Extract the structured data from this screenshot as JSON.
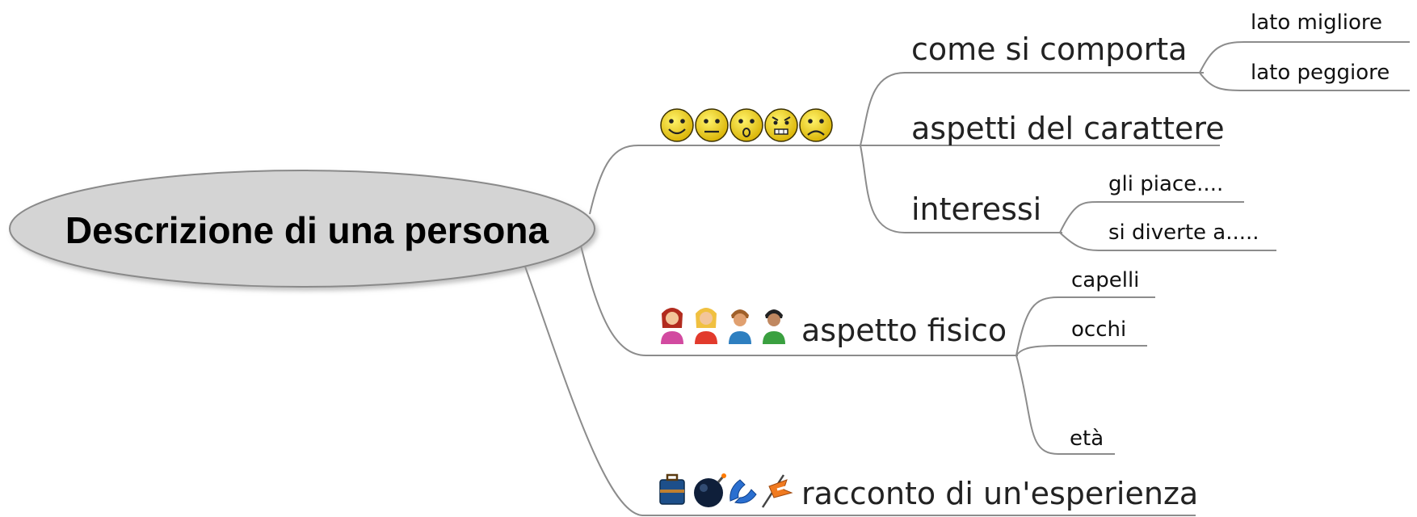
{
  "root": {
    "label": "Descrizione di una persona"
  },
  "branches": [
    {
      "id": "carattere",
      "label": "",
      "icons": [
        "smile-icon",
        "neutral-face-icon",
        "surprised-face-icon",
        "angry-face-icon",
        "sad-face-icon"
      ],
      "children": [
        {
          "label": "come si comporta",
          "children": [
            {
              "label": "lato migliore"
            },
            {
              "label": "lato peggiore"
            }
          ]
        },
        {
          "label": "aspetti del carattere",
          "children": []
        },
        {
          "label": "interessi",
          "children": [
            {
              "label": "gli piace...."
            },
            {
              "label": "si diverte a....."
            }
          ]
        }
      ]
    },
    {
      "id": "fisico",
      "label": "aspetto fisico",
      "icons": [
        "woman-redhead-icon",
        "woman-blonde-icon",
        "man-brown-icon",
        "man-dark-icon"
      ],
      "children": [
        {
          "label": "capelli"
        },
        {
          "label": "occhi"
        },
        {
          "label": "età"
        }
      ]
    },
    {
      "id": "esperienza",
      "label": "racconto di un'esperienza",
      "icons": [
        "suitcase-icon",
        "bomb-icon",
        "telephone-icon",
        "flag-icon"
      ],
      "children": []
    }
  ],
  "colors": {
    "root_fill": "#d4d4d4",
    "root_stroke": "#8a8a8a",
    "line": "#8c8c8c",
    "face": "#f2d200"
  }
}
